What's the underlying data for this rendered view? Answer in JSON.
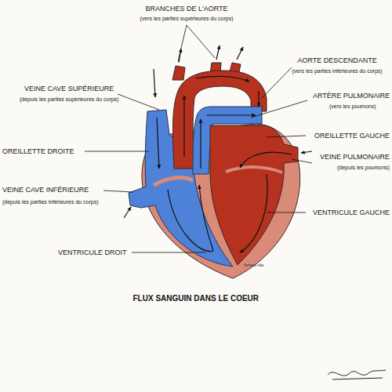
{
  "diagram": {
    "title": "FLUX SANGUIN DANS LE COEUR",
    "labels": [
      "BRANCHES DE L'AORTE",
      "(vers les parties supérieures du corps)",
      "VEINE CAVE SUPÉRIEURE",
      "(depuis les parties supérieures du corps)",
      "AORTE DESCENDANTE",
      "(vers les parties inférieures du corps)",
      "ARTÈRE PULMONAIRE",
      "(vers les poumons)",
      "OREILLETTE DROITE",
      "OREILLETTE GAUCHE",
      "VEINE PULMONAIRE",
      "(depuis les poumons)",
      "VEINE CAVE INFÉRIEURE",
      "(depuis les parties inférieures du corps)",
      "VENTRICULE GAUCHE",
      "VENTRICULE DROIT",
      "fiches-ide"
    ]
  }
}
